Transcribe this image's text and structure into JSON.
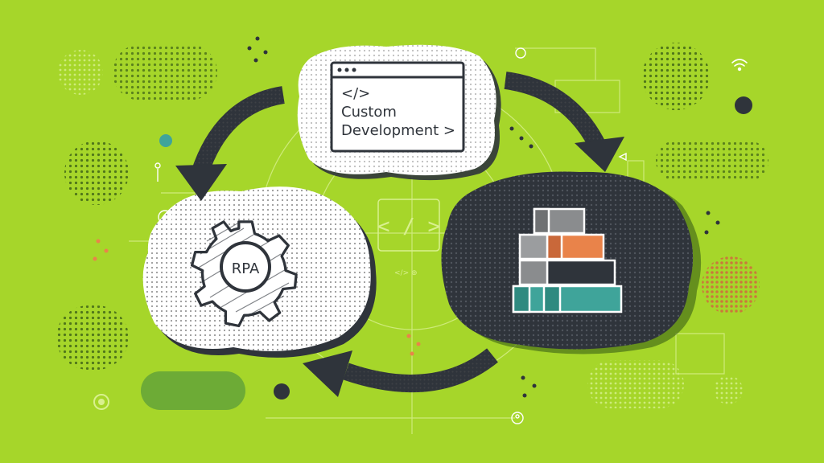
{
  "colors": {
    "background": "#a6d62a",
    "dark": "#2f343b",
    "white": "#ffffff",
    "orange": "#e9834a",
    "teal": "#3fa49a",
    "gray": "#8a8c8e",
    "dark_green": "#4f8a1e"
  },
  "nodes": {
    "custom_development": {
      "line1": "</>",
      "line2": "Custom",
      "line3": "Development >"
    },
    "rpa": {
      "label": "RPA"
    },
    "blocks": {
      "icon": "stacked-blocks-icon"
    }
  },
  "icons": [
    "browser-window-icon",
    "gear-icon",
    "stacked-blocks-icon",
    "cycle-arrow-icon",
    "wifi-icon",
    "code-bracket-icon"
  ],
  "decor": {
    "center_code": "< / >",
    "small_code": "</> ⊕"
  }
}
